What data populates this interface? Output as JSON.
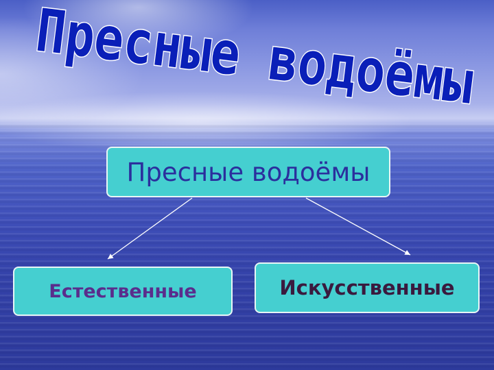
{
  "slide": {
    "title": "Пресные водоёмы",
    "title_color": "#0a1fb8"
  },
  "diagram": {
    "root": "Пресные водоёмы",
    "children": [
      "Естественные",
      "Искусственные"
    ],
    "box_color": "#45cfd0"
  }
}
